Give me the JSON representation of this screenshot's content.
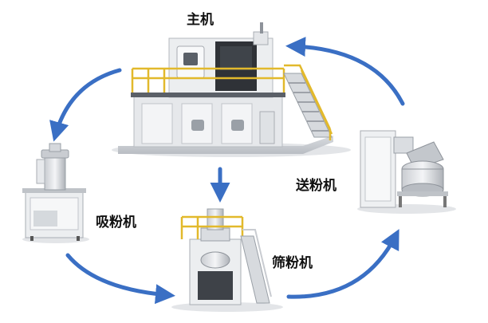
{
  "labels": {
    "main": "主机",
    "feeder": "送粉机",
    "suction": "吸粉机",
    "sieve": "筛粉机"
  },
  "colors": {
    "arrow": "#3a6fc4",
    "rail": "#e2b92c",
    "machine_body": "#e9ebee",
    "machine_dark": "#3a3d42",
    "shadow": "#cfd3d8"
  }
}
